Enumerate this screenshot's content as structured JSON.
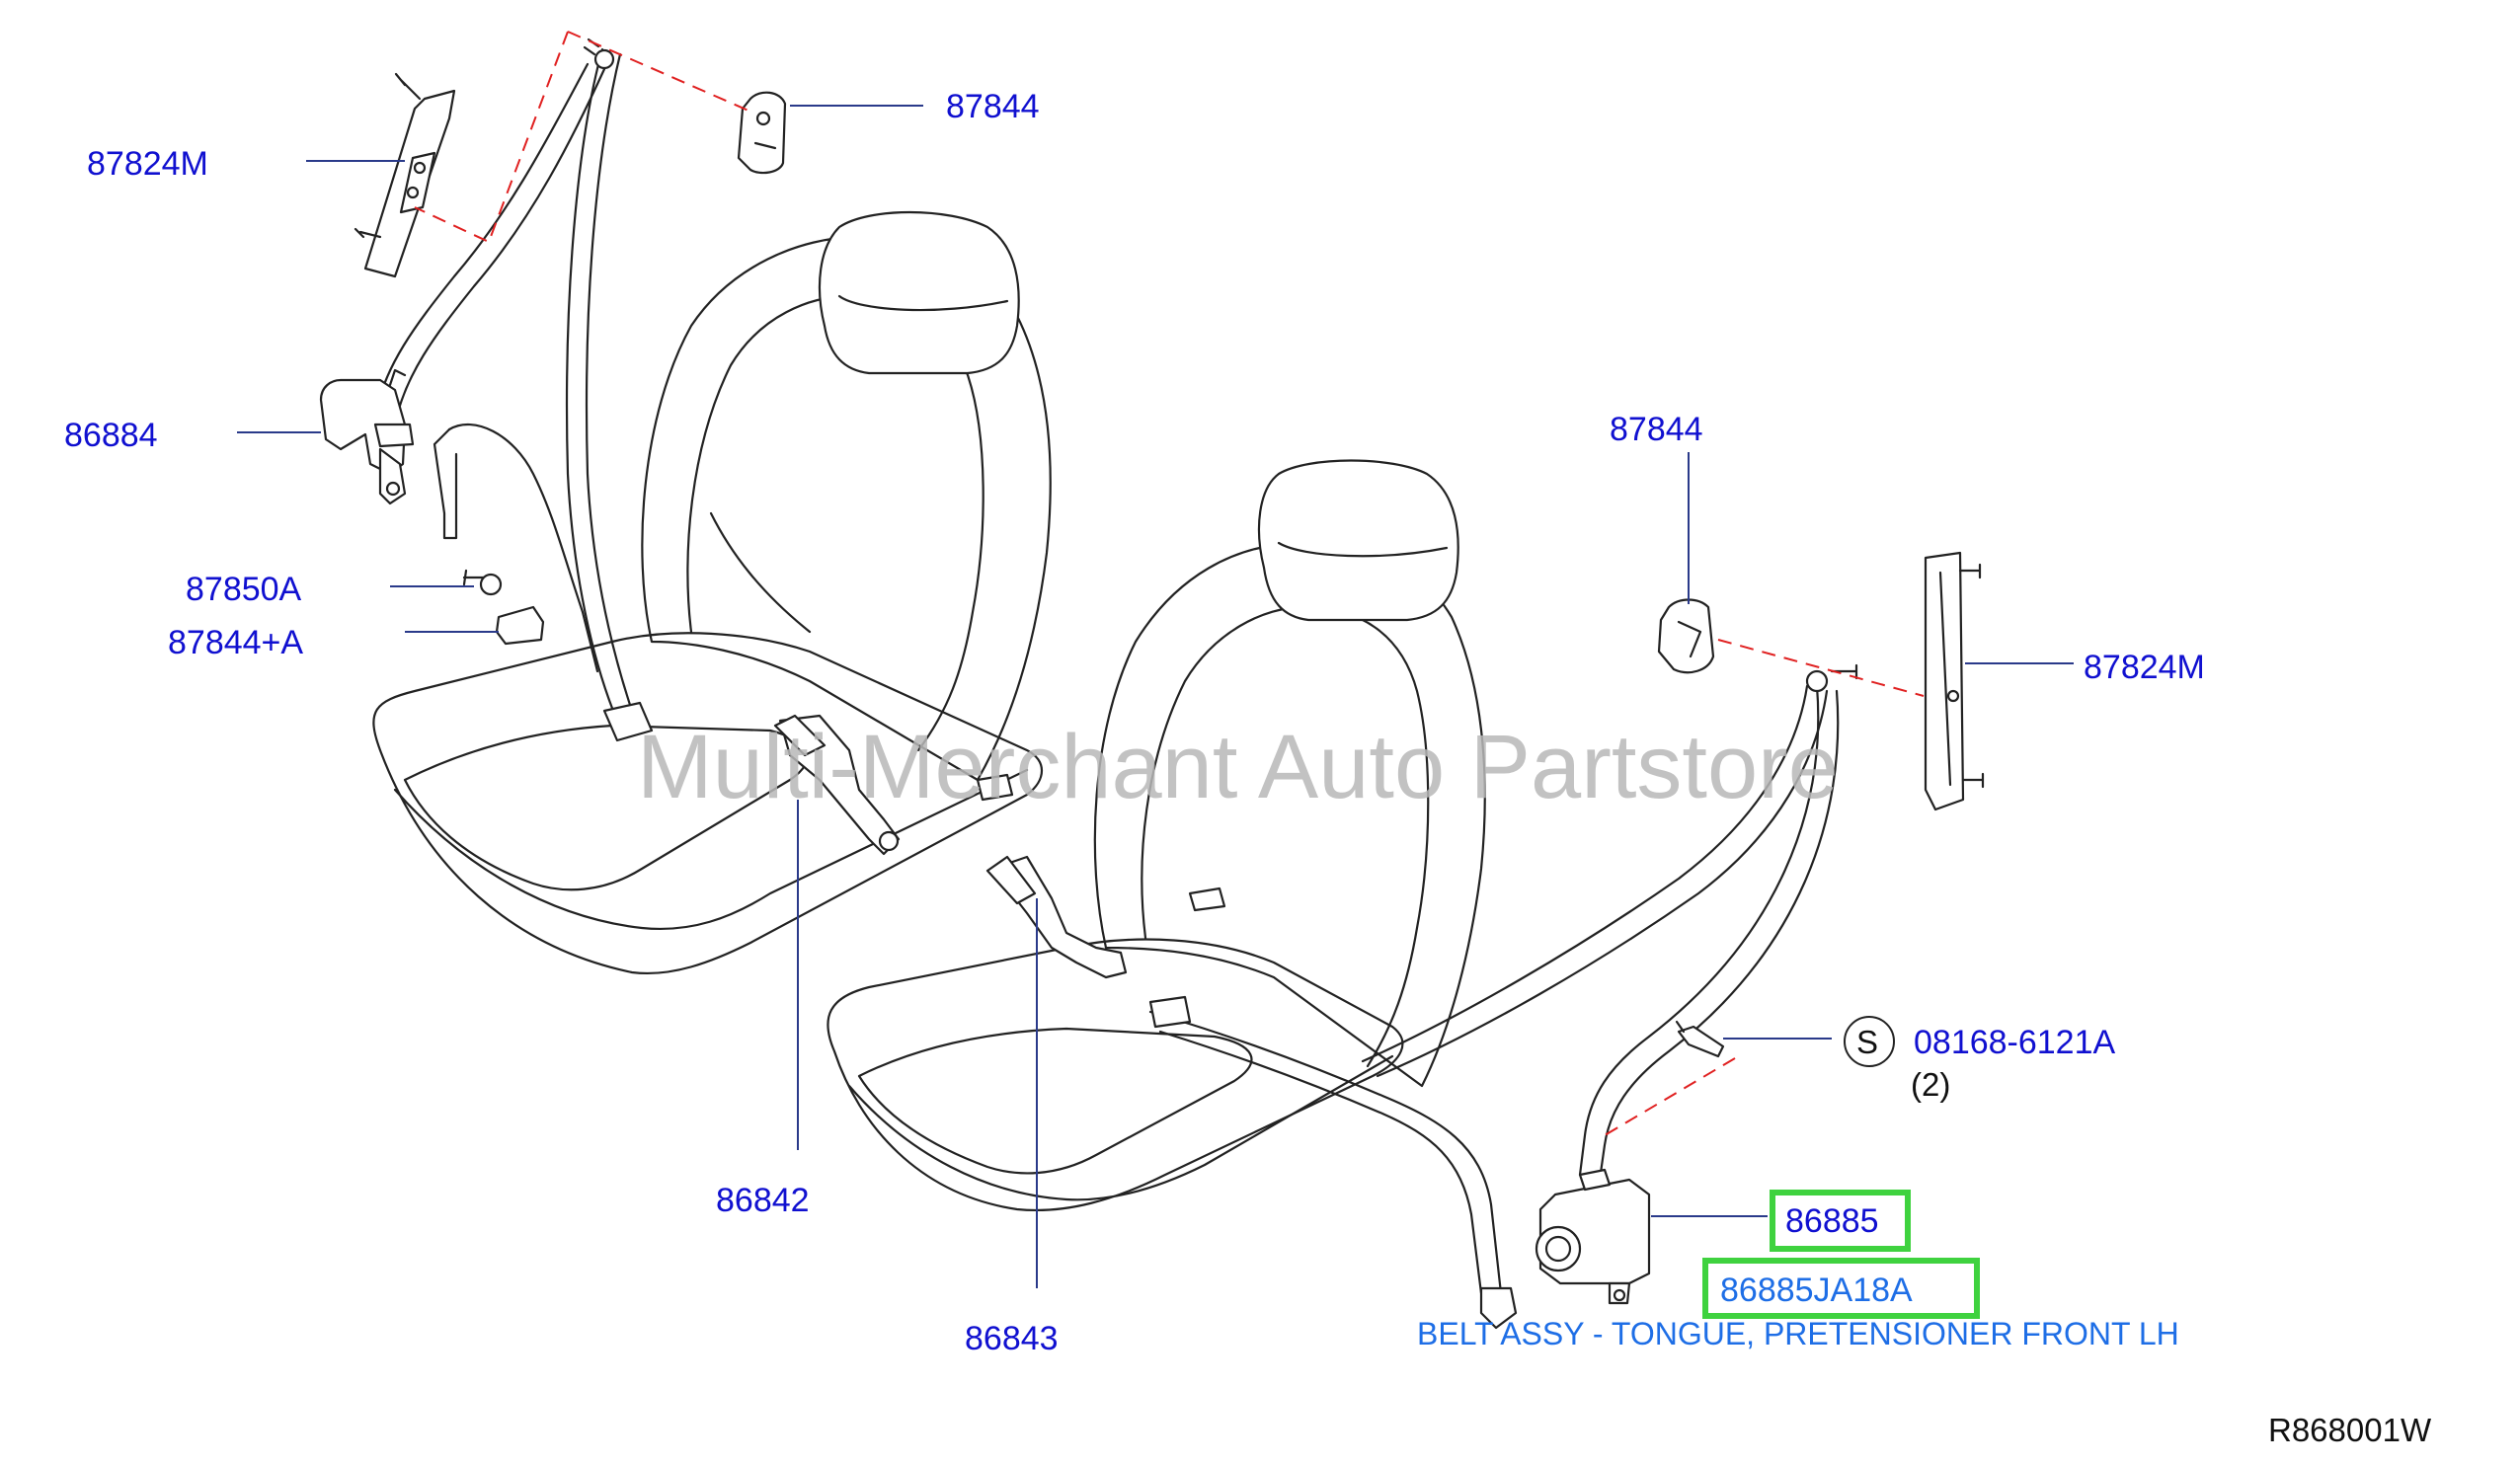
{
  "watermark": "Multi-Merchant Auto Partstore",
  "diagram_code": "R868001W",
  "labels": {
    "left_87824M": "87824M",
    "left_87844_top": "87844",
    "left_86884": "86884",
    "left_87850A": "87850A",
    "left_87844A": "87844+A",
    "mid_86842": "86842",
    "mid_86843": "86843",
    "right_87844": "87844",
    "right_87824M": "87824M",
    "bolt_s_symbol": "S",
    "bolt_part": "08168-6121A",
    "bolt_qty": "(2)",
    "highlight_86885": "86885",
    "highlight_86885JA18A": "86885JA18A",
    "description": "BELT ASSY - TONGUE, PRETENSIONER FRONT LH"
  },
  "colors": {
    "part_label": "#1010d0",
    "description": "#1e6ee6",
    "highlight_box": "#3fd23f",
    "dashed_leader": "#e02020",
    "line_art": "#222222"
  }
}
